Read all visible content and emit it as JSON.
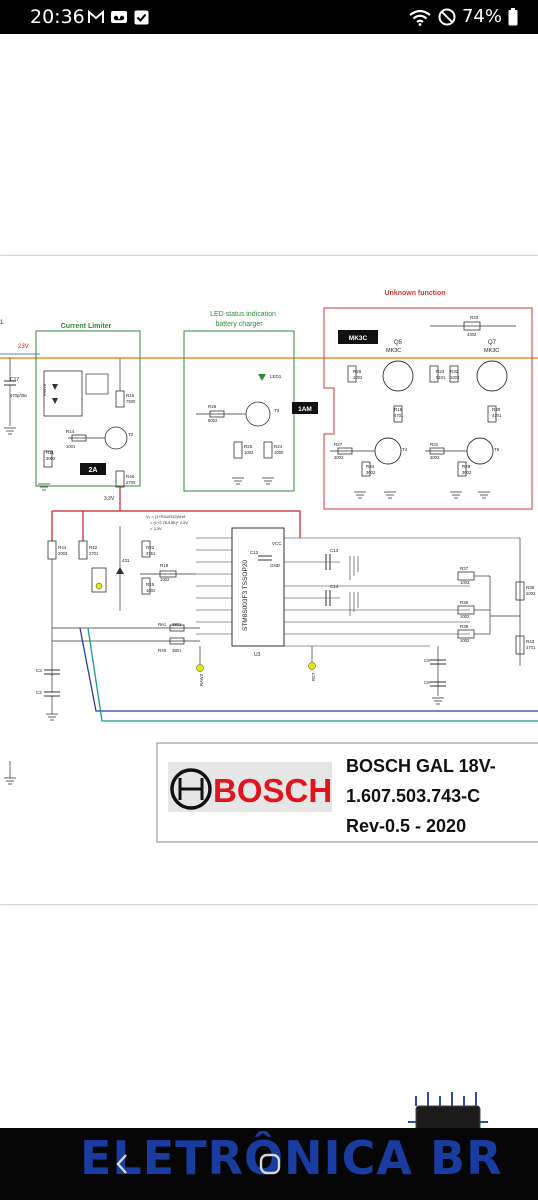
{
  "status_bar": {
    "time": "20:36",
    "battery": "74%",
    "icons": [
      "gmail-icon",
      "voicemail-icon",
      "checkbox-icon",
      "wifi-icon",
      "do-not-disturb-icon",
      "battery-icon"
    ]
  },
  "schematic": {
    "blocks": {
      "current_limiter": "Current Limiter",
      "led_status_line1": "LED status indication",
      "led_status_line2": "battery charger",
      "unknown_function": "Unknown function"
    },
    "ic_label": "STM8S003F3 TSSOP20",
    "ic_ref": "U3",
    "vcc": "VCC",
    "gnd": "GND",
    "voltage_23v": "23V",
    "voltage_33v": "3.3V",
    "formula": [
      "V₀ = (1+R41/R42)Vref",
      "= (1+2.7K/15K)* 2.5V",
      "= 3.3V"
    ],
    "badges": [
      "2A",
      "1AM",
      "MK3C"
    ],
    "transistors": [
      "Q5",
      "Q7"
    ],
    "transistor_types": [
      "MK3C",
      "MK3C"
    ],
    "net_labels": [
      "RAW3",
      "RST"
    ],
    "resistors": {
      "r14": [
        "R14",
        "1001"
      ],
      "r11": [
        "R11",
        "3002"
      ],
      "r16": [
        "R16",
        "7500"
      ],
      "r48": [
        "R48",
        "2700"
      ],
      "r26": [
        "R26",
        "5002"
      ],
      "r25": [
        "R25",
        "1002"
      ],
      "r24": [
        "R24",
        "1000"
      ],
      "r28": [
        "R28",
        "1002"
      ],
      "r18": [
        "R18",
        "4701"
      ],
      "r27": [
        "R27",
        "3002"
      ],
      "r34": [
        "R34",
        "3002"
      ],
      "r33": [
        "R33",
        "4302"
      ],
      "r23": [
        "R23",
        "5101"
      ],
      "r32": [
        "R32",
        "1002"
      ],
      "r30": [
        "R30",
        "4701"
      ],
      "r31": [
        "R31",
        "3002"
      ],
      "r29": [
        "R29",
        "3002"
      ],
      "r44": [
        "R44",
        "2003"
      ],
      "r42": [
        "R42",
        "2701"
      ],
      "r22": [
        "R22",
        "3751"
      ],
      "r19": [
        "R19",
        "1002"
      ],
      "r15": [
        "R15",
        "1002"
      ],
      "r41": [
        "Re1",
        "3801"
      ],
      "r40": [
        "R40",
        "3801"
      ],
      "r37": [
        "R37",
        "1002"
      ],
      "r36": [
        "R36",
        "1002"
      ],
      "r39": [
        "R39",
        "1002"
      ],
      "r38": [
        "R38",
        "2002"
      ],
      "r43": [
        "R43",
        "4701"
      ]
    },
    "caps": {
      "c17": [
        "C17",
        "470p/35v"
      ],
      "c12": "C12",
      "c13": "C13",
      "c14": "C14",
      "c9": "C9",
      "c8": "C8",
      "c3": "C3",
      "c2": "C2"
    },
    "parts": {
      "diode": "6S6V8",
      "led1": "LED1",
      "t2": "T2",
      "t3": "T3",
      "t4": "T4",
      "t6": "T6",
      "d1": "431"
    }
  },
  "title_block": {
    "logo_text": "BOSCH",
    "line1": "BOSCH GAL 18V-",
    "line2": "1.607.503.743-C",
    "line3": "Rev-0.5 - 2020"
  },
  "watermark": {
    "text": "ELETRÔNICA BR"
  },
  "colors": {
    "status_bg": "#000000",
    "nav_bg": "#060606",
    "rail_orange": "#e8922a",
    "block_green": "#2e8b3a",
    "block_red": "#d23a3a",
    "wire_red": "#cc2020",
    "wire_blue": "#2b3aa8",
    "wire_teal": "#1a9a8a",
    "net_yellow": "#e8e800",
    "watermark_blue": "#1a3fa8"
  }
}
